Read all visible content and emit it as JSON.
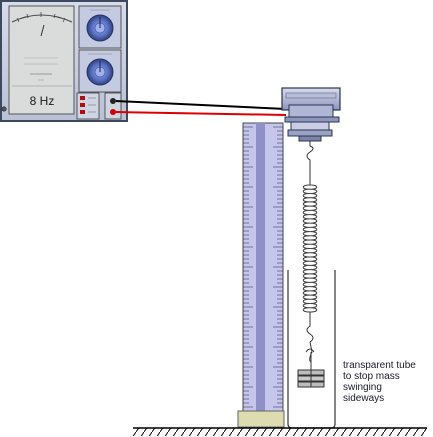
{
  "signal_generator": {
    "display_frequency": "8 Hz"
  },
  "annotation": {
    "lines": [
      "transparent tube",
      "to stop mass",
      "swinging",
      "sideways"
    ]
  },
  "colors": {
    "panel": "#cbd2e0",
    "panel_border": "#3d4a5e",
    "knob": "#5c74c8",
    "screen": "#dadcdc",
    "ruler": "#c6c6ec",
    "ruler_stripe": "#9090c8",
    "base_block": "#dcdcb0",
    "red_lead": "#dd0000",
    "black_lead": "#000000"
  },
  "icons": [
    "dial-knob-icon",
    "power-icon"
  ]
}
